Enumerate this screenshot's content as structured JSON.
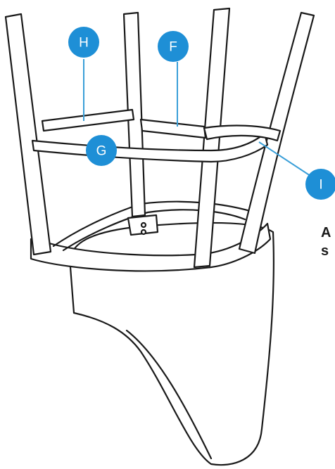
{
  "callouts": {
    "H": "H",
    "F": "F",
    "G": "G",
    "I": "I"
  },
  "side_text": {
    "line1": "A",
    "line2": "s"
  },
  "colors": {
    "callout_fill": "#1e8fd6",
    "leader_line": "#3a9fd8",
    "outline": "#1a1a1a"
  }
}
